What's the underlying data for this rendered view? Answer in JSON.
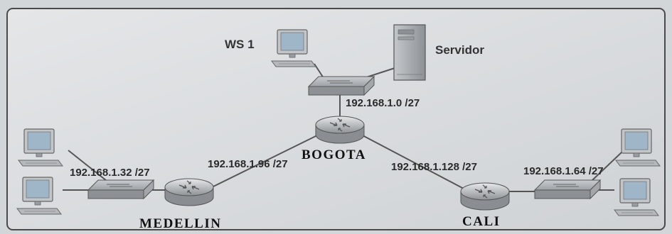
{
  "devices": {
    "ws1_label": "WS 1",
    "server_label": "Servidor"
  },
  "routers": {
    "bogota": "BOGOTA",
    "medellin": "MEDELLIN",
    "cali": "CALI"
  },
  "networks": {
    "bogota_lan": "192.168.1.0 /27",
    "medellin_lan": "192.168.1.32 /27",
    "medellin_bogota": "192.168.1.96 /27",
    "bogota_cali": "192.168.1.128 /27",
    "cali_lan": "192.168.1.64 /27"
  },
  "colors": {
    "background": "#d9dcdf",
    "frame": "#4a4a4a",
    "link": "#555555",
    "device_body": "#b9bcbf",
    "screen": "#9fb6c8"
  }
}
